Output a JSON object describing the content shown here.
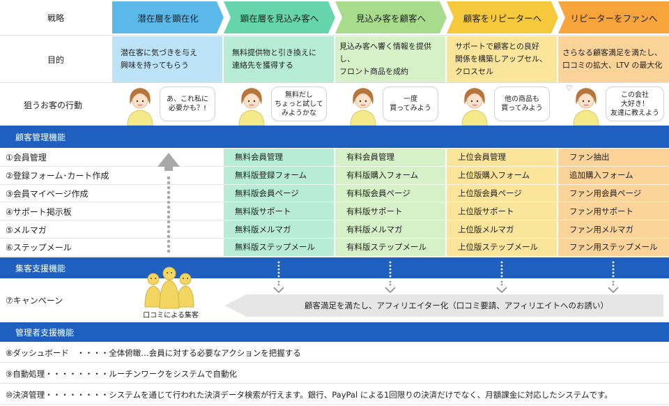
{
  "rows": {
    "strategy_label": "戦略",
    "purpose_label": "目的",
    "behavior_label": "狙うお客の行動"
  },
  "stages": [
    {
      "label": "潜在層を顕在化",
      "purpose": "潜在客に気づきを与え\n興味を持ってもらう",
      "speech": "あ、これ私に\n必要かも？!",
      "color": "#5bb9ea",
      "light": "#bde3f8"
    },
    {
      "label": "顕在層を見込み客へ",
      "purpose": "無料提供物と引き換えに\n連絡先を獲得する",
      "speech": "無料だし\nちょっと試して\nみようかな",
      "color": "#66d4ac",
      "light": "#b7ecd6"
    },
    {
      "label": "見込み客を顧客へ",
      "purpose": "見込み客へ響く情報を提供し、\nフロント商品を成約",
      "speech": "一度\n買ってみよう",
      "color": "#a6dc8c",
      "light": "#d6f0c8"
    },
    {
      "label": "顧客をリピーターへ",
      "purpose": "サポートで顧客との良好\n関係を構築しアップセル、\nクロスセル",
      "speech": "他の商品も\n買ってみよう",
      "color": "#f6c83c",
      "light": "#fbe59b"
    },
    {
      "label": "リピーターをファンへ",
      "purpose": "さらなる顧客満足を満たし、\n口コミの拡大、LTV の最大化",
      "speech": "この会社\n大好き！\n友達に教えよう",
      "color": "#f7a43c",
      "light": "#fcd49a"
    }
  ],
  "customer_mgmt": {
    "title": "顧客管理機能",
    "features": [
      {
        "label": "①会員管理",
        "cells": [
          "無料会員管理",
          "有料会員管理",
          "上位会員管理",
          "ファン抽出"
        ]
      },
      {
        "label": "②登録フォーム･カート作成",
        "cells": [
          "無料版登録フォーム",
          "有料版購入フォーム",
          "上位版購入フォーム",
          "追加購入フォーム"
        ]
      },
      {
        "label": "③会員マイページ作成",
        "cells": [
          "無料版会員ページ",
          "有料版会員ページ",
          "上位版会員ページ",
          "ファン用会員ページ"
        ]
      },
      {
        "label": "④サポート掲示板",
        "cells": [
          "無料版サポート",
          "有料版サポート",
          "上位版サポート",
          "ファン用サポート"
        ]
      },
      {
        "label": "⑤メルマガ",
        "cells": [
          "無料版メルマガ",
          "有料版メルマガ",
          "上位版メルマガ",
          "ファン用メルマガ"
        ]
      },
      {
        "label": "⑥ステップメール",
        "cells": [
          "無料版ステップメール",
          "有料版ステップメール",
          "上位版ステップメール",
          "ファン用ステップメール"
        ]
      }
    ],
    "cell_colors": [
      "#b7ecd6",
      "#d6f0c8",
      "#fbe59b",
      "#fcd49a"
    ]
  },
  "attract": {
    "title": "集客支援機能",
    "campaign_label": "⑦キャンペーン",
    "wom_label": "口コミによる集客",
    "banner": "顧客満足を満たし、アフィリエイター化（口コミ要請、アフィリエイトへのお誘い）"
  },
  "admin": {
    "title": "管理者支援機能",
    "items": [
      "⑧ダッシュボード　・・・・全体俯瞰…会員に対する必要なアクションを把握する",
      "⑨自動処理・・・・・・・・ルーチンワークをシステムで自動化",
      "⑩決済管理・・・・・・・・システムを通じて行われた決済データ検索が行えます。銀行、PayPal による1回限りの決済だけでなく、月額課金に対応したシステムです。"
    ]
  },
  "colors": {
    "bar": "#1e5fbf",
    "arrow_gray": "#a8a8a8",
    "banner_gray": "#e6e6e6"
  }
}
